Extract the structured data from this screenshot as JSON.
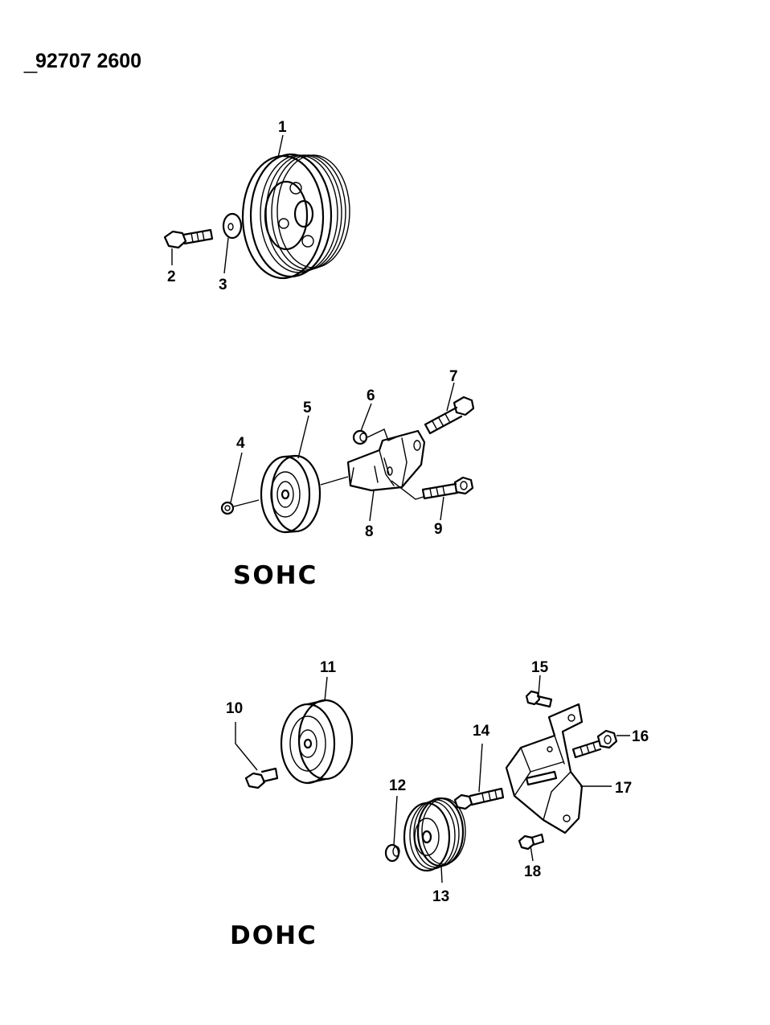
{
  "document_number": "92707 2600",
  "sections": {
    "sohc": "SOHC",
    "dohc": "DOHC"
  },
  "callouts": [
    "1",
    "2",
    "3",
    "4",
    "5",
    "6",
    "7",
    "8",
    "9",
    "10",
    "11",
    "12",
    "13",
    "14",
    "15",
    "16",
    "17",
    "18"
  ]
}
